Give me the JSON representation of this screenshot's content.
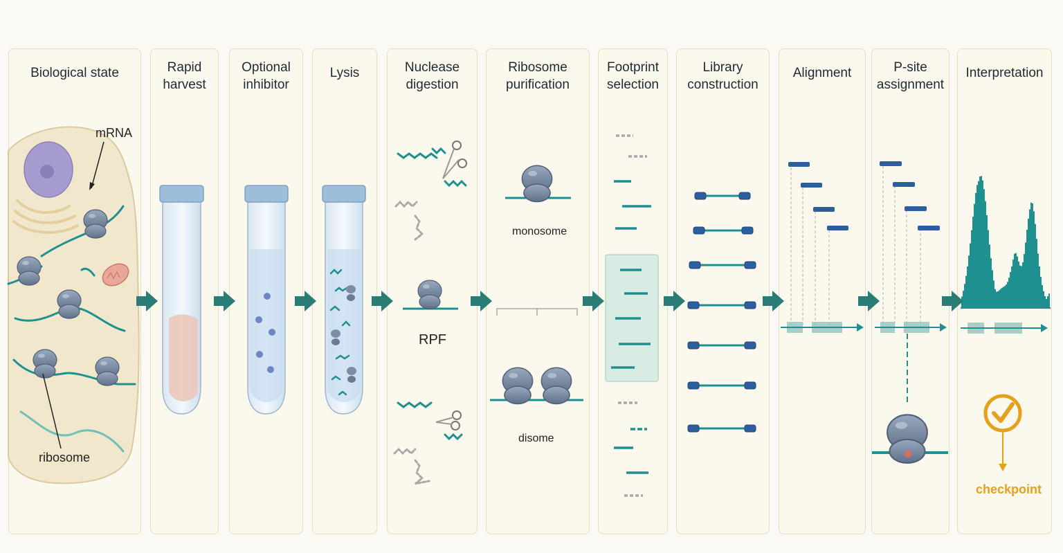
{
  "steps": [
    {
      "title": "Biological state"
    },
    {
      "title": "Rapid\nharvest"
    },
    {
      "title": "Optional\ninhibitor"
    },
    {
      "title": "Lysis"
    },
    {
      "title": "Nuclease\ndigestion"
    },
    {
      "title": "Ribosome\npurification"
    },
    {
      "title": "Footprint\nselection"
    },
    {
      "title": "Library\nconstruction"
    },
    {
      "title": "Alignment"
    },
    {
      "title": "P-site\nassignment"
    },
    {
      "title": "Interpretation"
    }
  ],
  "labels": {
    "mrna": "mRNA",
    "ribosome": "ribosome",
    "rpf": "RPF",
    "monosome": "monosome",
    "disome": "disome",
    "checkpoint": "checkpoint"
  },
  "colors": {
    "teal": "#1e9090",
    "arrow": "#2a7d74",
    "ribosome": "#7c8ea6",
    "read": "#2d5f9e",
    "checkpoint": "#e5a11b"
  }
}
